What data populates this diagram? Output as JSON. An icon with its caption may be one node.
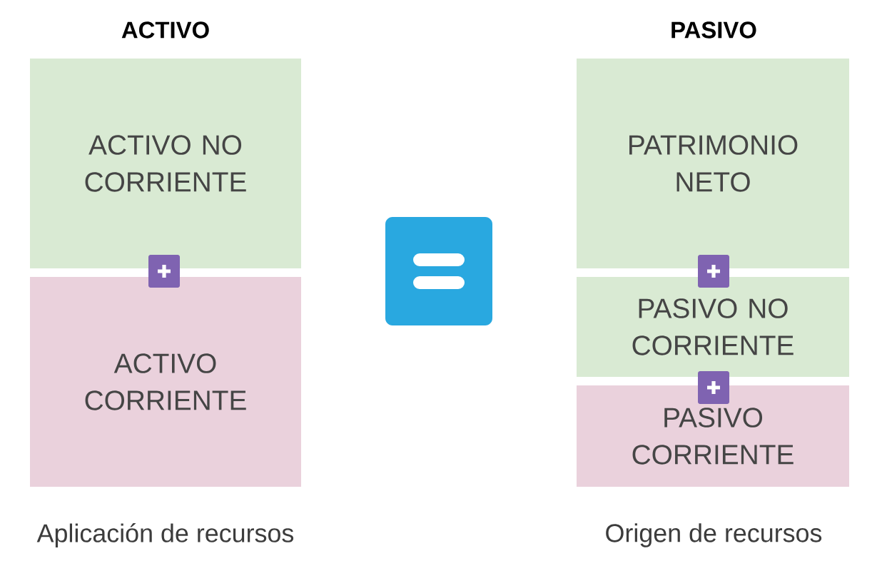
{
  "diagram": {
    "nodes": [
      {
        "text": [
          "ACTIVO NO CORRIENTE"
        ]
      },
      {
        "text": [
          "ACTIVO CORRIENTE"
        ]
      },
      {
        "text": [
          "PATRIMONIO NETO"
        ]
      },
      {
        "text": [
          "PASIVO NO CORRIENTE"
        ]
      },
      {
        "text": [
          "PASIVO CORRIENTE"
        ]
      }
    ],
    "labels": [
      "ACTIVO",
      "PASIVO",
      "Aplicación de recursos",
      "Origen de recursos"
    ]
  }
}
